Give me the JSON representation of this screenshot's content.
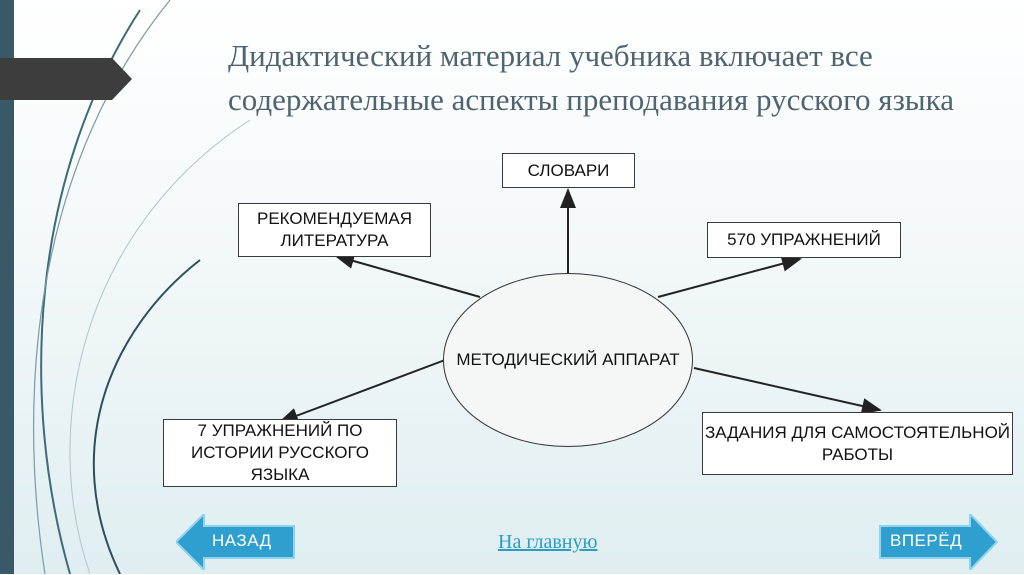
{
  "slide": {
    "title": "Дидактический материал учебника включает все содержательные аспекты преподавания русского языка"
  },
  "diagram": {
    "center": "МЕТОДИЧЕСКИЙ АППАРАТ",
    "nodes": {
      "dictionaries": "СЛОВАРИ",
      "recommended_literature": "РЕКОМЕНДУЕМАЯ ЛИТЕРАТУРА",
      "exercises_570": "570 УПРАЖНЕНИЙ",
      "exercises_history": "7 УПРАЖНЕНИЙ ПО ИСТОРИИ РУССКОГО ЯЗЫКА",
      "independent_tasks": "ЗАДАНИЯ ДЛЯ САМОСТОЯТЕЛЬНОЙ РАБОТЫ"
    }
  },
  "navigation": {
    "back_label": "НАЗАД",
    "home_label": "На главную",
    "forward_label": "ВПЕРЁД"
  },
  "colors": {
    "sidebar": "#3a5968",
    "tab": "#3d3d3d",
    "nav_button": "#2f9fcf",
    "link": "#2a9dc4",
    "title": "#4f6470"
  }
}
